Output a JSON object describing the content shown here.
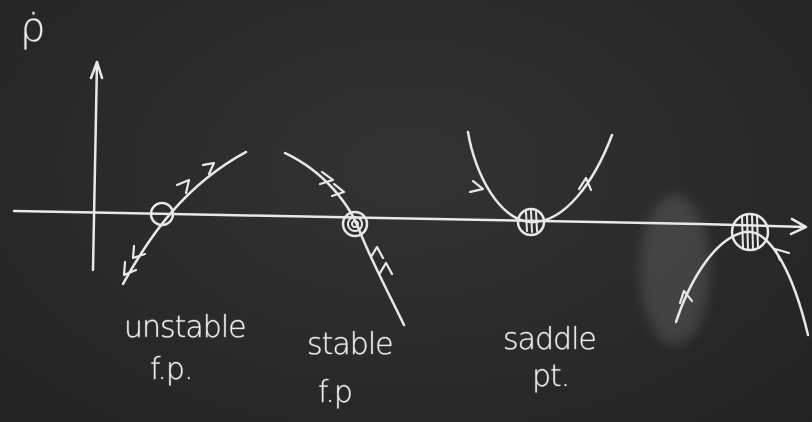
{
  "axis_label": "ρ̇",
  "fixed_points": [
    {
      "line1": "unstable",
      "line2": "f.p."
    },
    {
      "line1": "stable",
      "line2": "f.p"
    },
    {
      "line1": "saddle",
      "line2": "pt."
    }
  ],
  "colors": {
    "board": "#2b2b2b",
    "chalk": "#e8e8e8"
  }
}
